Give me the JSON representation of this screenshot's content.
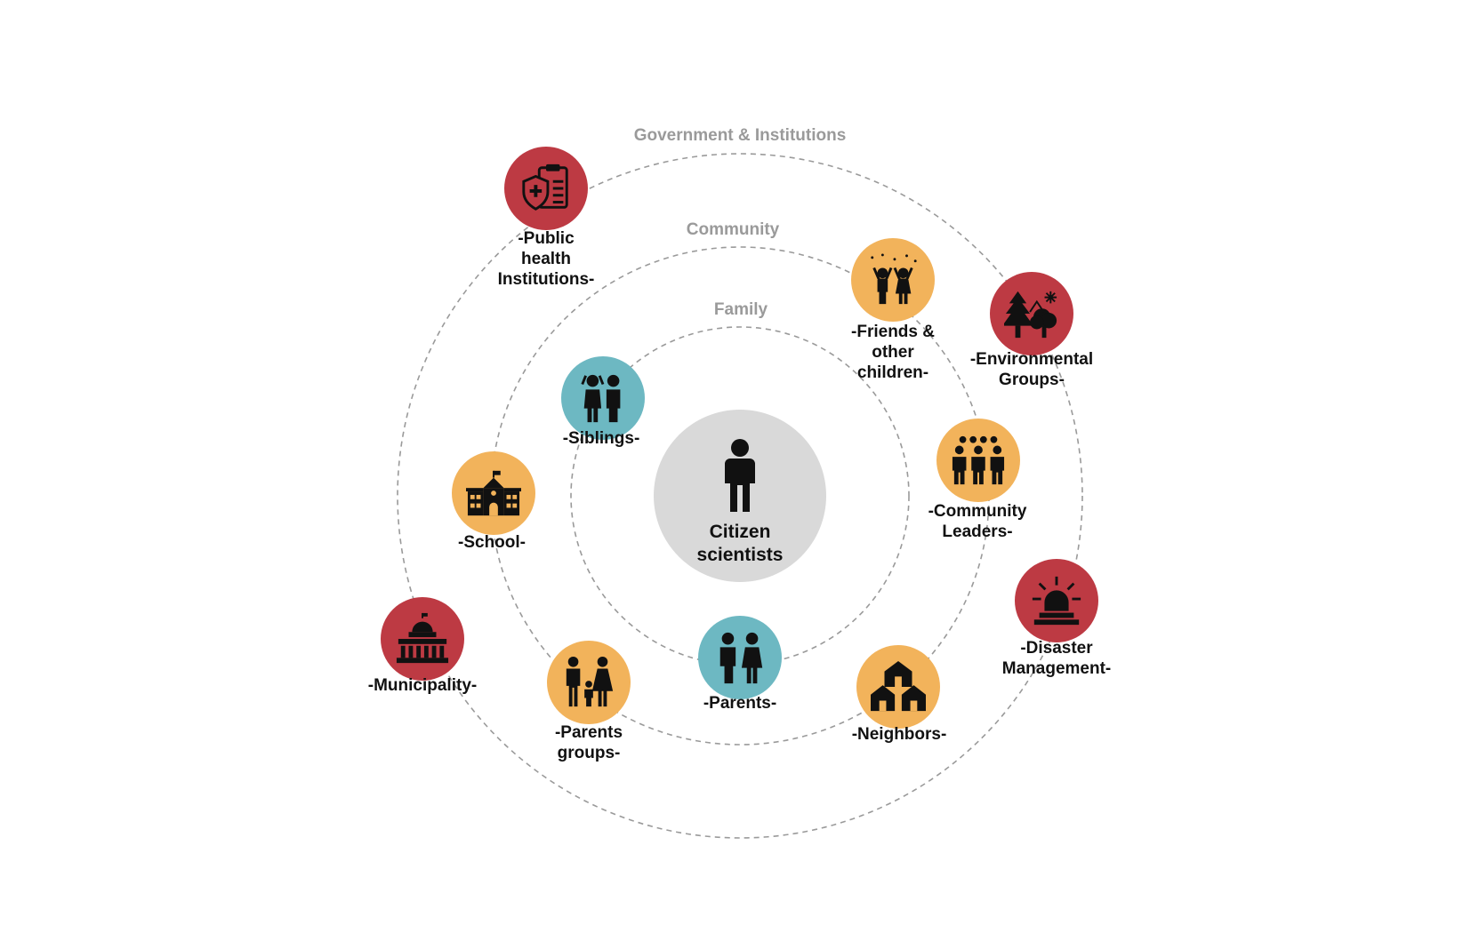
{
  "rings": {
    "family": "Family",
    "community": "Community",
    "government": "Government & Institutions"
  },
  "center": {
    "line1": "Citizen",
    "line2": "scientists",
    "icon": "person-icon"
  },
  "colors": {
    "family": "#6db8c2",
    "community": "#f2b35b",
    "government": "#bd3a43",
    "center": "#d9d9d9",
    "ring": "#9a9a9a"
  },
  "nodes": {
    "siblings": {
      "lines": [
        "-Siblings-"
      ],
      "icon": "siblings-icon"
    },
    "parents": {
      "lines": [
        "-Parents-"
      ],
      "icon": "parents-icon"
    },
    "friends": {
      "lines": [
        "-Friends &",
        "other",
        "children-"
      ],
      "icon": "children-playing-icon"
    },
    "community_leaders": {
      "lines": [
        "-Community",
        "Leaders-"
      ],
      "icon": "crowd-icon"
    },
    "school": {
      "lines": [
        "-School-"
      ],
      "icon": "school-icon"
    },
    "parents_groups": {
      "lines": [
        "-Parents",
        "groups-"
      ],
      "icon": "family-icon"
    },
    "neighbors": {
      "lines": [
        "-Neighbors-"
      ],
      "icon": "houses-icon"
    },
    "public_health": {
      "lines": [
        "-Public",
        "health",
        "Institutions-"
      ],
      "icon": "health-clipboard-icon"
    },
    "environmental": {
      "lines": [
        "-Environmental",
        "Groups-"
      ],
      "icon": "trees-icon"
    },
    "disaster": {
      "lines": [
        "-Disaster",
        "Management-"
      ],
      "icon": "siren-icon"
    },
    "municipality": {
      "lines": [
        "-Municipality-"
      ],
      "icon": "capitol-building-icon"
    }
  }
}
